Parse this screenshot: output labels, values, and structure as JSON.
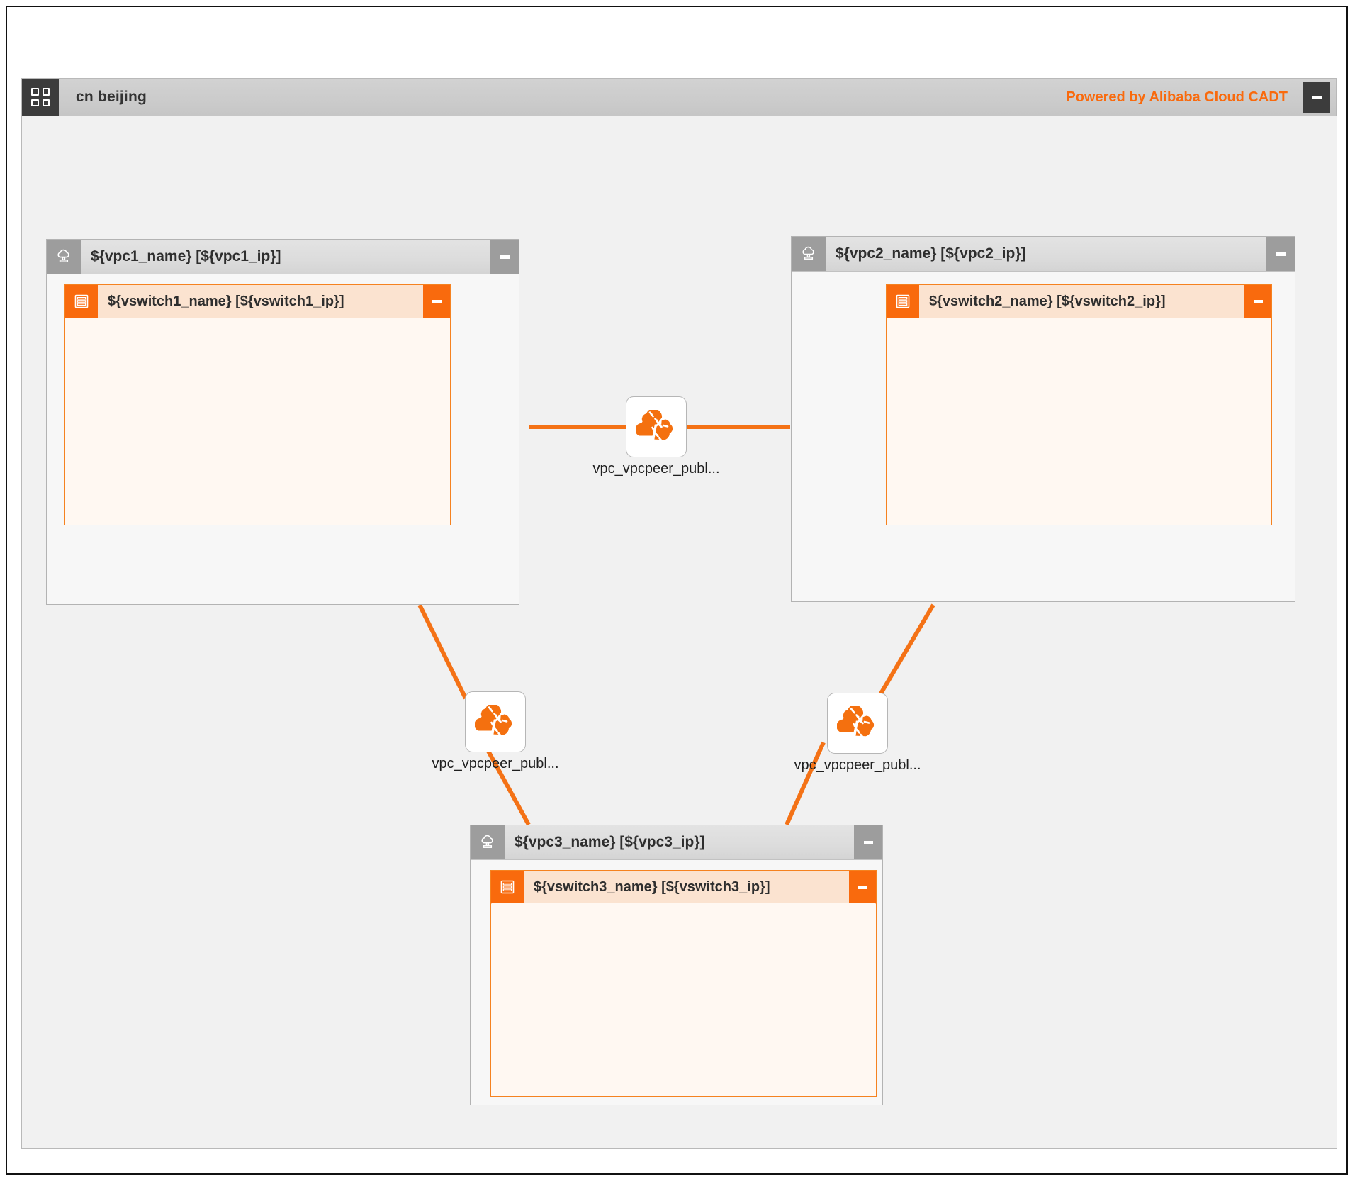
{
  "window": {
    "menu_icon": "grid-icon",
    "title": "cn beijing",
    "powered_by": "Powered by Alibaba Cloud CADT",
    "minimize_label": "-"
  },
  "colors": {
    "accent_orange": "#f96a0d",
    "edge_orange": "#f47216",
    "vpc_header_gray": "#dcdcdc",
    "vpc_icon_gray": "#9d9d9d",
    "vswitch_header_peach": "#fbe3d0",
    "vswitch_body": "#fff8f2",
    "titlebar_dark": "#3c3c3c",
    "canvas_bg": "#f1f1f1"
  },
  "vpcs": [
    {
      "id": "vpc1",
      "icon": "vpc-cloud-icon",
      "title": "${vpc1_name} [${vpc1_ip}]",
      "minimize_label": "-",
      "vswitch": {
        "id": "vswitch1",
        "icon": "vswitch-icon",
        "title": "${vswitch1_name} [${vswitch1_ip}]",
        "minimize_label": "-"
      }
    },
    {
      "id": "vpc2",
      "icon": "vpc-cloud-icon",
      "title": "${vpc2_name} [${vpc2_ip}]",
      "minimize_label": "-",
      "vswitch": {
        "id": "vswitch2",
        "icon": "vswitch-icon",
        "title": "${vswitch2_name} [${vswitch2_ip}]",
        "minimize_label": "-"
      }
    },
    {
      "id": "vpc3",
      "icon": "vpc-cloud-icon",
      "title": "${vpc3_name} [${vpc3_ip}]",
      "minimize_label": "-",
      "vswitch": {
        "id": "vswitch3",
        "icon": "vswitch-icon",
        "title": "${vswitch3_name} [${vswitch3_ip}]",
        "minimize_label": "-"
      }
    }
  ],
  "peerings": [
    {
      "id": "peer-vpc1-vpc2",
      "icon": "vpcpeer-cloud-icon",
      "label": "vpc_vpcpeer_publ..."
    },
    {
      "id": "peer-vpc1-vpc3",
      "icon": "vpcpeer-cloud-icon",
      "label": "vpc_vpcpeer_publ..."
    },
    {
      "id": "peer-vpc2-vpc3",
      "icon": "vpcpeer-cloud-icon",
      "label": "vpc_vpcpeer_publ..."
    }
  ]
}
